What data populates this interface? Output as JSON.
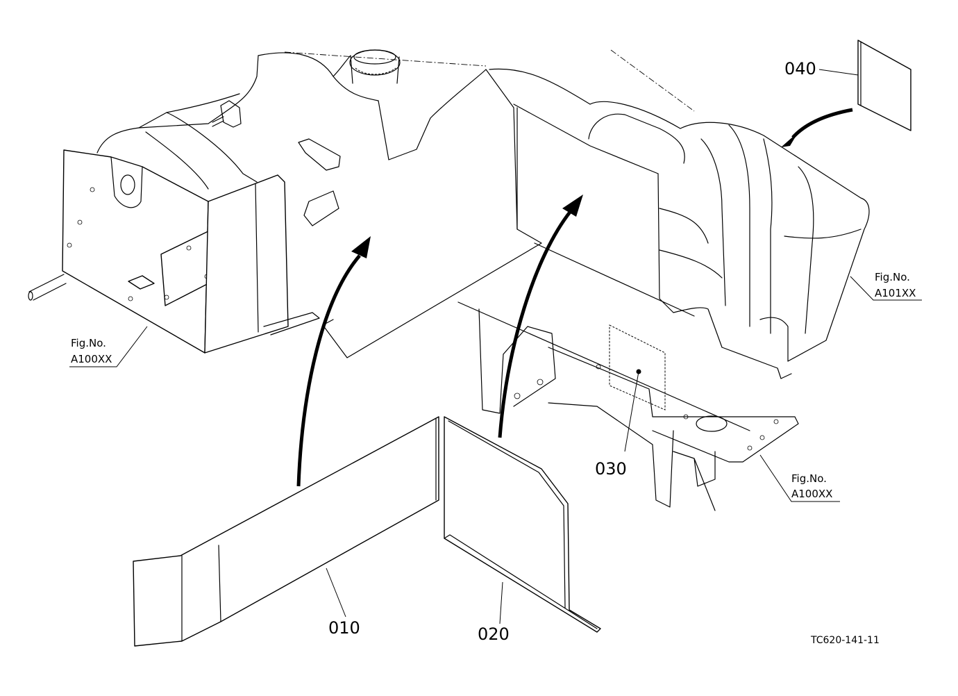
{
  "callouts": {
    "p010": "010",
    "p020": "020",
    "p030": "030",
    "p040": "040"
  },
  "references": {
    "ref1_line1": "Fig.No.",
    "ref1_line2": "A100XX",
    "ref2_line1": "Fig.No.",
    "ref2_line2": "A100XX",
    "ref3_line1": "Fig.No.",
    "ref3_line2": "A101XX"
  },
  "drawing_code": "TC620-141-11"
}
